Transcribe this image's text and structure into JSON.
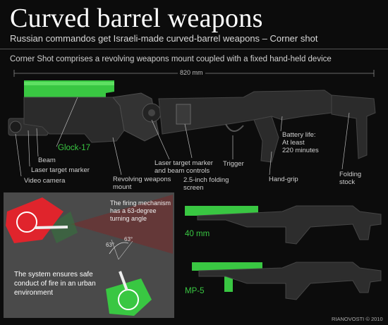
{
  "header": {
    "title": "Curved barrel weapons",
    "subtitle": "Russian commandos get Israeli-made curved-barrel weapons – Corner shot",
    "lead": "Corner Shot comprises a revolving weapons mount coupled with a fixed hand-held device"
  },
  "dimension": "820 mm",
  "labels": {
    "glock": "Glock-17",
    "beam": "Beam",
    "laser_marker": "Laser target marker",
    "video_camera": "Video camera",
    "revolving_mount_1": "Revolving weapons",
    "revolving_mount_2": "mount",
    "laser_beam_controls_1": "Laser target marker",
    "laser_beam_controls_2": "and beam controls",
    "screen_1": "2.5-inch folding",
    "screen_2": "screen",
    "trigger": "Trigger",
    "battery_1": "Battery life:",
    "battery_2": "At least",
    "battery_3": "220 minutes",
    "hand_grip": "Hand-grip",
    "folding_stock_1": "Folding",
    "folding_stock_2": "stock"
  },
  "inset": {
    "firing_1": "The firing mechanism",
    "firing_2": "has a 63-degree",
    "firing_3": "turning angle",
    "angle_1": "63°",
    "angle_2": "63°",
    "system_1": "The system ensures safe",
    "system_2": "conduct of fire in an urban",
    "system_3": "environment"
  },
  "variants": {
    "mm40": "40 mm",
    "mp5": "MP-5"
  },
  "credit": "RIANOVOSTI © 2010",
  "colors": {
    "background": "#0c0c0c",
    "accent_green": "#39c742",
    "weapon_dark": "#2b2b2b",
    "inset_gray": "#4a4a4a",
    "zone_red": "#e0242c"
  }
}
